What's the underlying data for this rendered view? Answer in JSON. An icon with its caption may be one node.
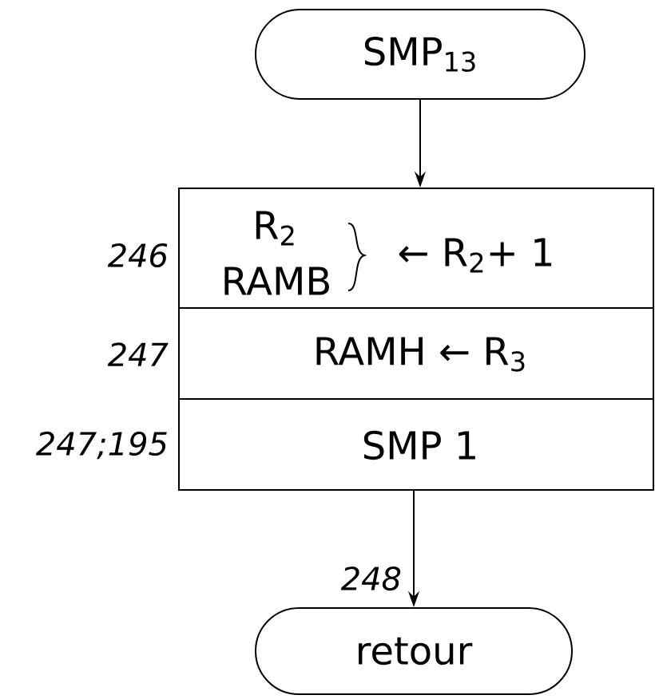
{
  "diagram": {
    "nodes": [
      {
        "text": [
          "SMP$_{13}$"
        ]
      },
      {
        "text": [
          "R$_{2}$",
          "RAMB",
          "← R$_{2}$+ 1"
        ],
        "beside": [
          "246"
        ]
      },
      {
        "text": [
          "RAMH ← R$_{3}$"
        ],
        "beside": [
          "247"
        ]
      },
      {
        "text": [
          "SMP 1"
        ],
        "beside": [
          "247;195"
        ]
      },
      {
        "text": [
          "retour"
        ]
      }
    ],
    "edges": [
      {
        "from": 0,
        "to": 1,
        "arrow": "to"
      },
      {
        "from": 3,
        "to": 4,
        "arrow": "to",
        "label": "248"
      }
    ]
  }
}
